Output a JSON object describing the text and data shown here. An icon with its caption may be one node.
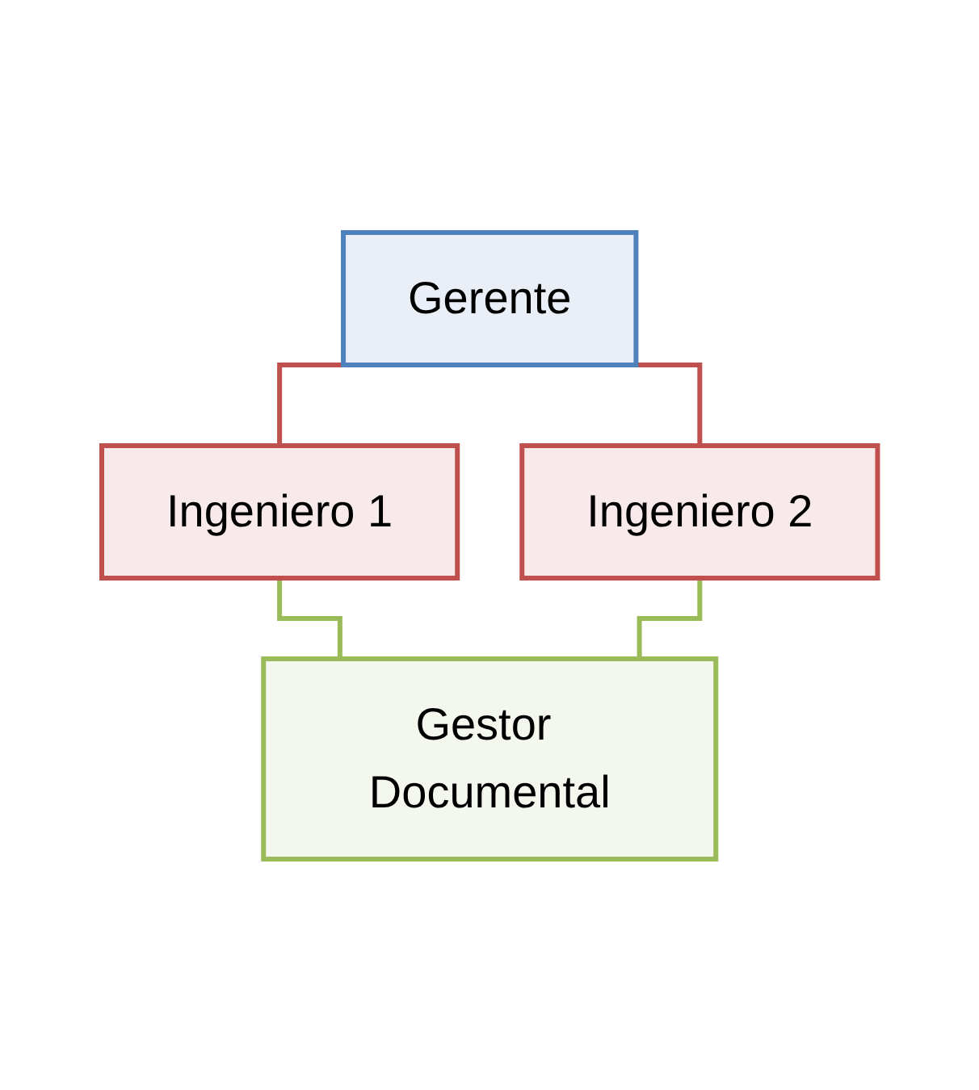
{
  "diagram": {
    "nodes": [
      {
        "text": [
          "Gerente"
        ]
      },
      {
        "text": [
          "Ingeniero 1"
        ]
      },
      {
        "text": [
          "Ingeniero 2"
        ]
      },
      {
        "text": [
          "Gestor Documental"
        ]
      }
    ],
    "edges": [
      {
        "from": 0,
        "to": 1,
        "arrow": "none",
        "color": "#c0504d"
      },
      {
        "from": 0,
        "to": 2,
        "arrow": "none",
        "color": "#c0504d"
      },
      {
        "from": 1,
        "to": 3,
        "arrow": "none",
        "color": "#9bbb59"
      },
      {
        "from": 2,
        "to": 3,
        "arrow": "none",
        "color": "#9bbb59"
      }
    ]
  }
}
